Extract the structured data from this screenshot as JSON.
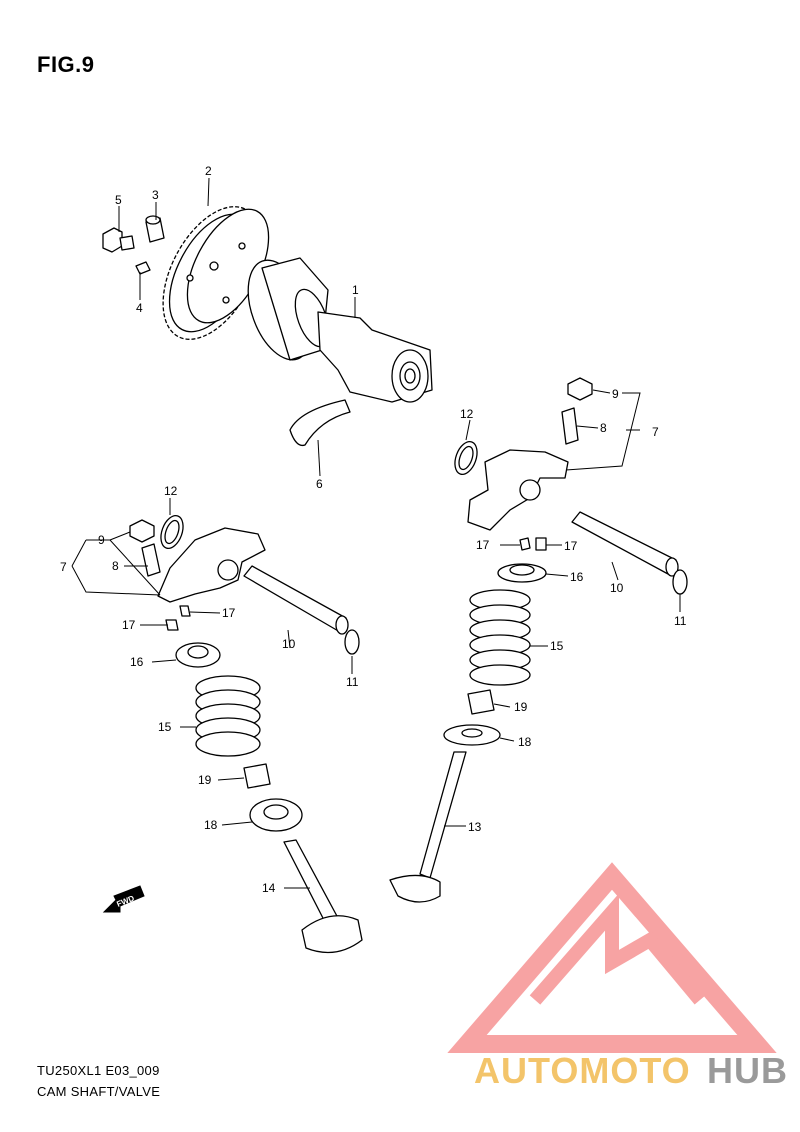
{
  "figure": {
    "title": "FIG.9",
    "model_code": "TU250XL1 E03_009",
    "section_name": "CAM SHAFT/VALVE"
  },
  "callouts": [
    {
      "id": "c1",
      "label": "1"
    },
    {
      "id": "c2",
      "label": "2"
    },
    {
      "id": "c3",
      "label": "3"
    },
    {
      "id": "c4",
      "label": "4"
    },
    {
      "id": "c5",
      "label": "5"
    },
    {
      "id": "c6",
      "label": "6"
    },
    {
      "id": "c7r",
      "label": "7"
    },
    {
      "id": "c8r",
      "label": "8"
    },
    {
      "id": "c9r",
      "label": "9"
    },
    {
      "id": "c10r",
      "label": "10"
    },
    {
      "id": "c11r",
      "label": "11"
    },
    {
      "id": "c12r",
      "label": "12"
    },
    {
      "id": "c13",
      "label": "13"
    },
    {
      "id": "c14",
      "label": "14"
    },
    {
      "id": "c15r",
      "label": "15"
    },
    {
      "id": "c16r",
      "label": "16"
    },
    {
      "id": "c17ra",
      "label": "17"
    },
    {
      "id": "c17rb",
      "label": "17"
    },
    {
      "id": "c18r",
      "label": "18"
    },
    {
      "id": "c19r",
      "label": "19"
    },
    {
      "id": "c7l",
      "label": "7"
    },
    {
      "id": "c8l",
      "label": "8"
    },
    {
      "id": "c9l",
      "label": "9"
    },
    {
      "id": "c10l",
      "label": "10"
    },
    {
      "id": "c11l",
      "label": "11"
    },
    {
      "id": "c12l",
      "label": "12"
    },
    {
      "id": "c15l",
      "label": "15"
    },
    {
      "id": "c16l",
      "label": "16"
    },
    {
      "id": "c17la",
      "label": "17"
    },
    {
      "id": "c17lb",
      "label": "17"
    },
    {
      "id": "c18l",
      "label": "18"
    },
    {
      "id": "c19l",
      "label": "19"
    }
  ],
  "fwd_arrow_label": "FWD",
  "watermark": {
    "text_part1": "AUTOMOTO",
    "text_part2": "HUB",
    "color_primary": "#f7a3a3",
    "color_secondary": "#9a9a9a",
    "color_accent": "#f3c46a"
  }
}
